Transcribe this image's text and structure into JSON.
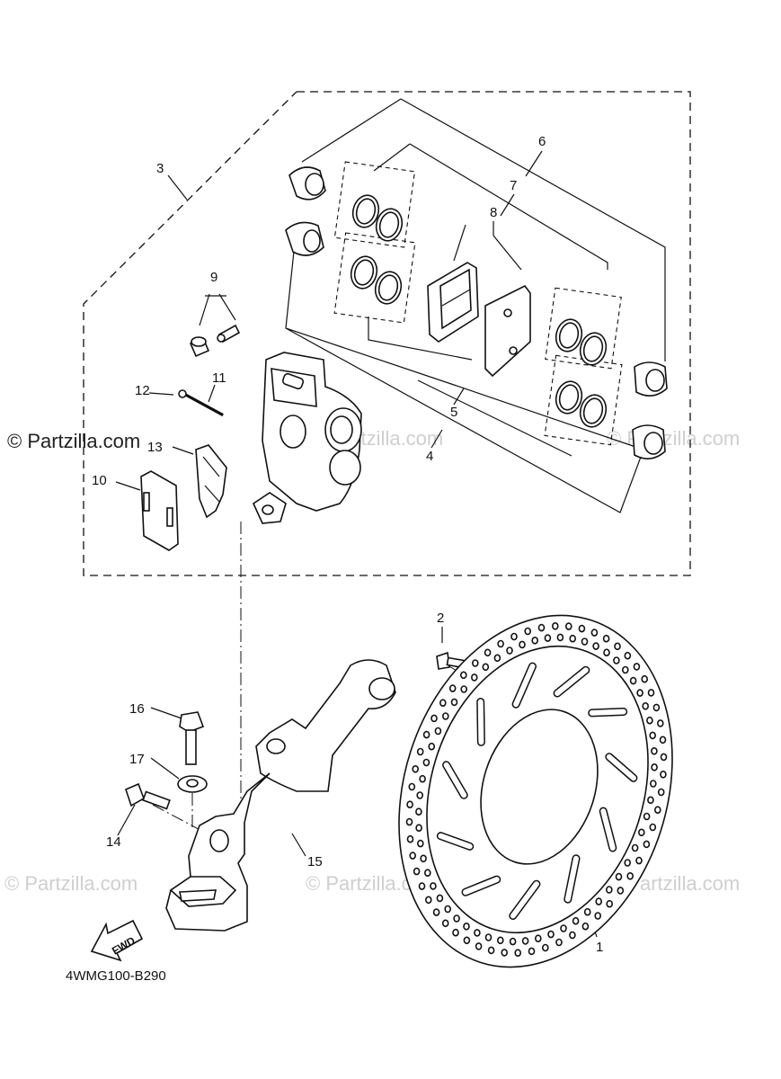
{
  "diagram": {
    "code": "4WMG100-B290",
    "fwd_label": "FWD",
    "watermark_main": "© Partzilla.com",
    "watermark_faint": "© Partzilla.com",
    "callouts": {
      "c1": "1",
      "c2": "2",
      "c3": "3",
      "c4": "4",
      "c5": "5",
      "c6": "6",
      "c7": "7",
      "c8": "8",
      "c9": "9",
      "c10": "10",
      "c11": "11",
      "c12": "12",
      "c13": "13",
      "c14": "14",
      "c15": "15",
      "c16": "16",
      "c17": "17"
    }
  }
}
